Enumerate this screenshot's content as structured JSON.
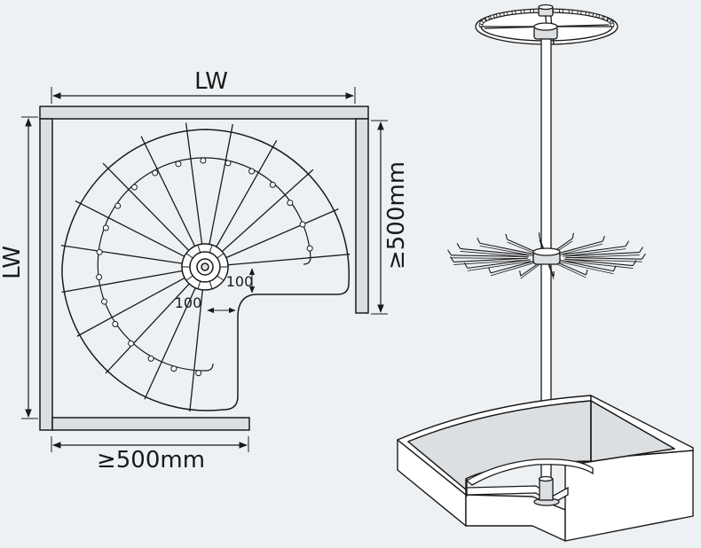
{
  "labels": {
    "width_top": "LW",
    "width_left": "LW",
    "depth_right": "≥500mm",
    "depth_bottom": "≥500mm",
    "offset_right": "100",
    "offset_left": "100"
  },
  "colors": {
    "background": "#eef1f4",
    "panel_fill": "#dcdfe2",
    "line": "#1a1a1a"
  }
}
